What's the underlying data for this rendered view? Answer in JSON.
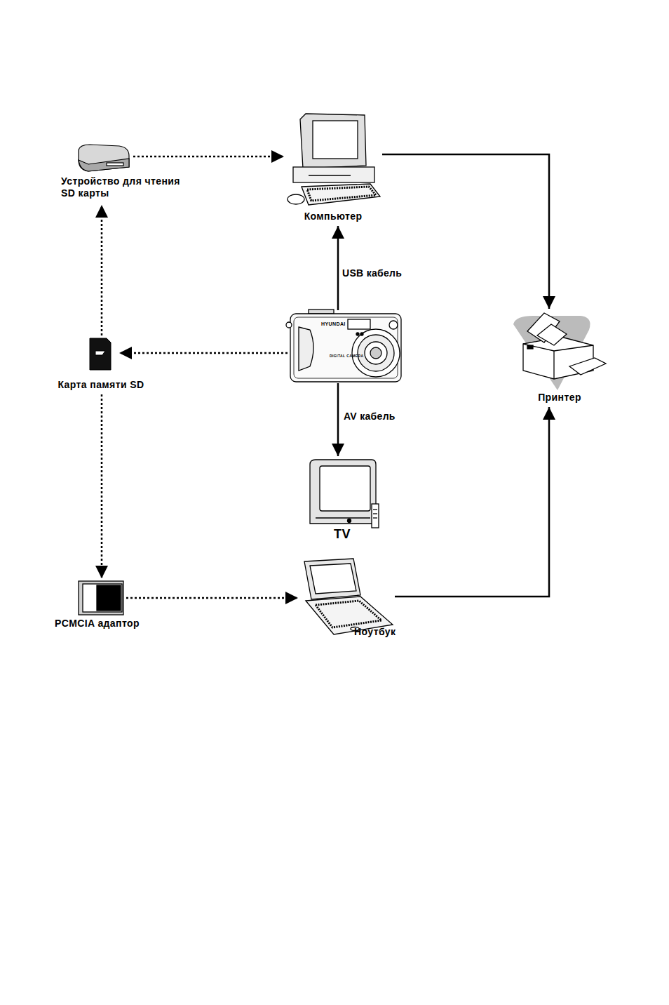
{
  "diagram": {
    "nodes": [
      {
        "text": [
          "Устройство для чтения SD карты"
        ]
      },
      {
        "text": [
          "Компьютер"
        ]
      },
      {
        "text": [
          "HYUNDAI",
          "DIGITAL CAMERA"
        ]
      },
      {
        "text": [
          "Карта памяти SD"
        ]
      },
      {
        "text": [
          "Принтер"
        ]
      },
      {
        "text": [
          "TV"
        ]
      },
      {
        "text": [
          "PCMCIA адаптор"
        ]
      },
      {
        "text": [
          "Ноутбук"
        ]
      }
    ],
    "edges": [
      {
        "from": 0,
        "to": 1,
        "arrow": "to"
      },
      {
        "from": 2,
        "to": 1,
        "label": "USB кабель",
        "arrow": "to"
      },
      {
        "from": 1,
        "to": 4,
        "arrow": "to"
      },
      {
        "from": 2,
        "to": 3,
        "arrow": "to"
      },
      {
        "from": 3,
        "to": 0,
        "arrow": "to"
      },
      {
        "from": 2,
        "to": 5,
        "label": "AV кабель",
        "arrow": "to"
      },
      {
        "from": 3,
        "to": 6,
        "arrow": "to"
      },
      {
        "from": 6,
        "to": 7,
        "arrow": "to"
      },
      {
        "from": 7,
        "to": 4,
        "arrow": "to"
      }
    ]
  }
}
